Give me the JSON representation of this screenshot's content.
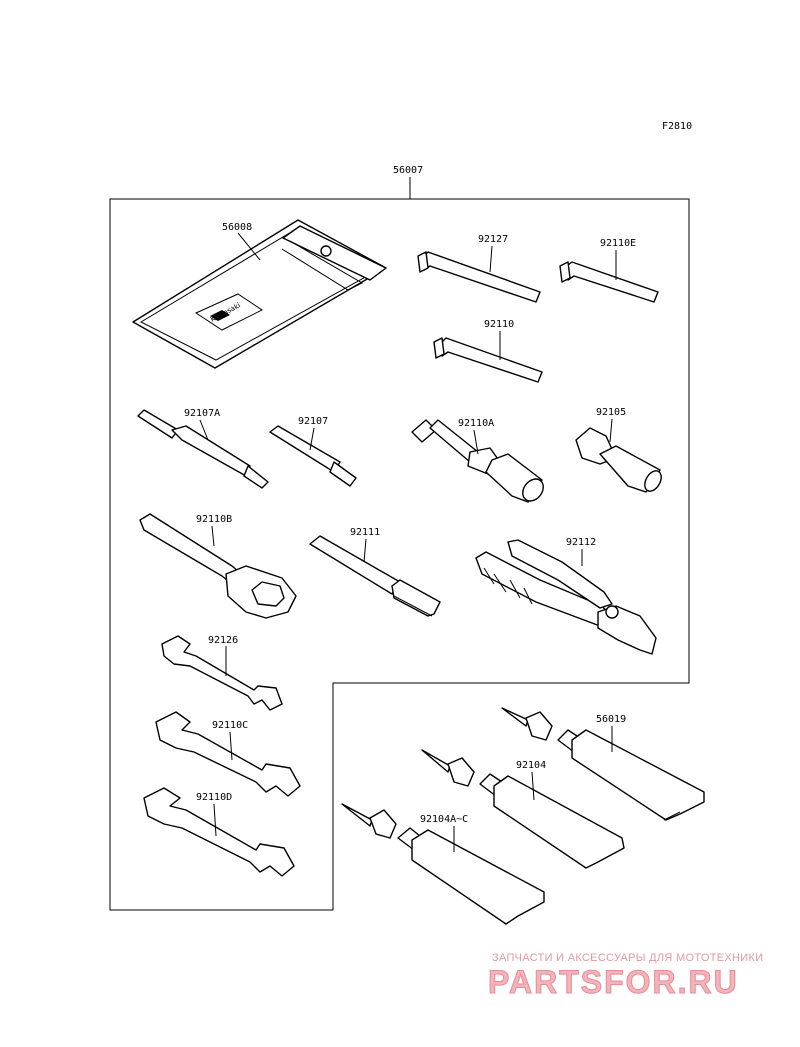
{
  "figure_code": "F2810",
  "parts": {
    "tool_kit": "56007",
    "tool_bag": "56008",
    "hex_wrench_92127": "92127",
    "hex_wrench_92110E": "92110E",
    "hex_wrench_92110": "92110",
    "screwdriver_92107A": "92107A",
    "screwdriver_92107": "92107",
    "socket_wrench_92110A": "92110A",
    "adapter_92105": "92105",
    "ring_wrench_92110B": "92110B",
    "extension_bar_92111": "92111",
    "pliers_92112": "92112",
    "open_wrench_92126": "92126",
    "open_wrench_92110C": "92110C",
    "open_wrench_92110D": "92110D",
    "tube_56019": "56019",
    "tube_92104": "92104",
    "tube_92104A_C": "92104A~C"
  },
  "bag_logo_text": "Kawasaki",
  "watermark": {
    "tagline": "ЗАПЧАСТИ И АКСЕССУАРЫ ДЛЯ МОТОТЕХНИКИ",
    "brand": "PARTSFOR.RU"
  }
}
